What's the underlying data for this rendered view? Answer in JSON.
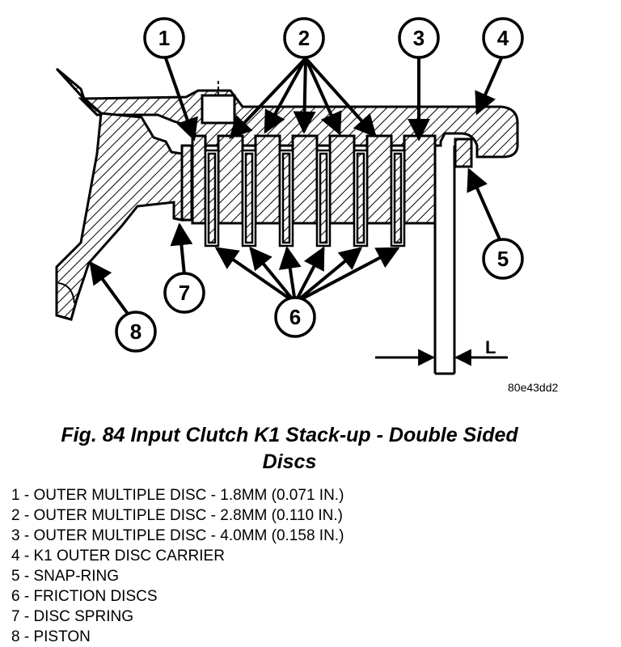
{
  "callouts": [
    {
      "label": "1"
    },
    {
      "label": "2"
    },
    {
      "label": "3"
    },
    {
      "label": "4"
    },
    {
      "label": "5"
    },
    {
      "label": "6"
    },
    {
      "label": "7"
    },
    {
      "label": "8"
    }
  ],
  "dimension_label": "L",
  "image_code": "80e43dd2",
  "caption": {
    "line1": "Fig. 84 Input Clutch K1 Stack-up - Double Sided",
    "line2": "Discs"
  },
  "legend": [
    "1 - OUTER MULTIPLE DISC - 1.8MM (0.071 IN.)",
    "2 - OUTER MULTIPLE DISC - 2.8MM (0.110 IN.)",
    "3 - OUTER MULTIPLE DISC - 4.0MM (0.158 IN.)",
    "4 - K1 OUTER DISC CARRIER",
    "5 - SNAP-RING",
    "6 - FRICTION DISCS",
    "7 - DISC SPRING",
    "8 - PISTON"
  ]
}
